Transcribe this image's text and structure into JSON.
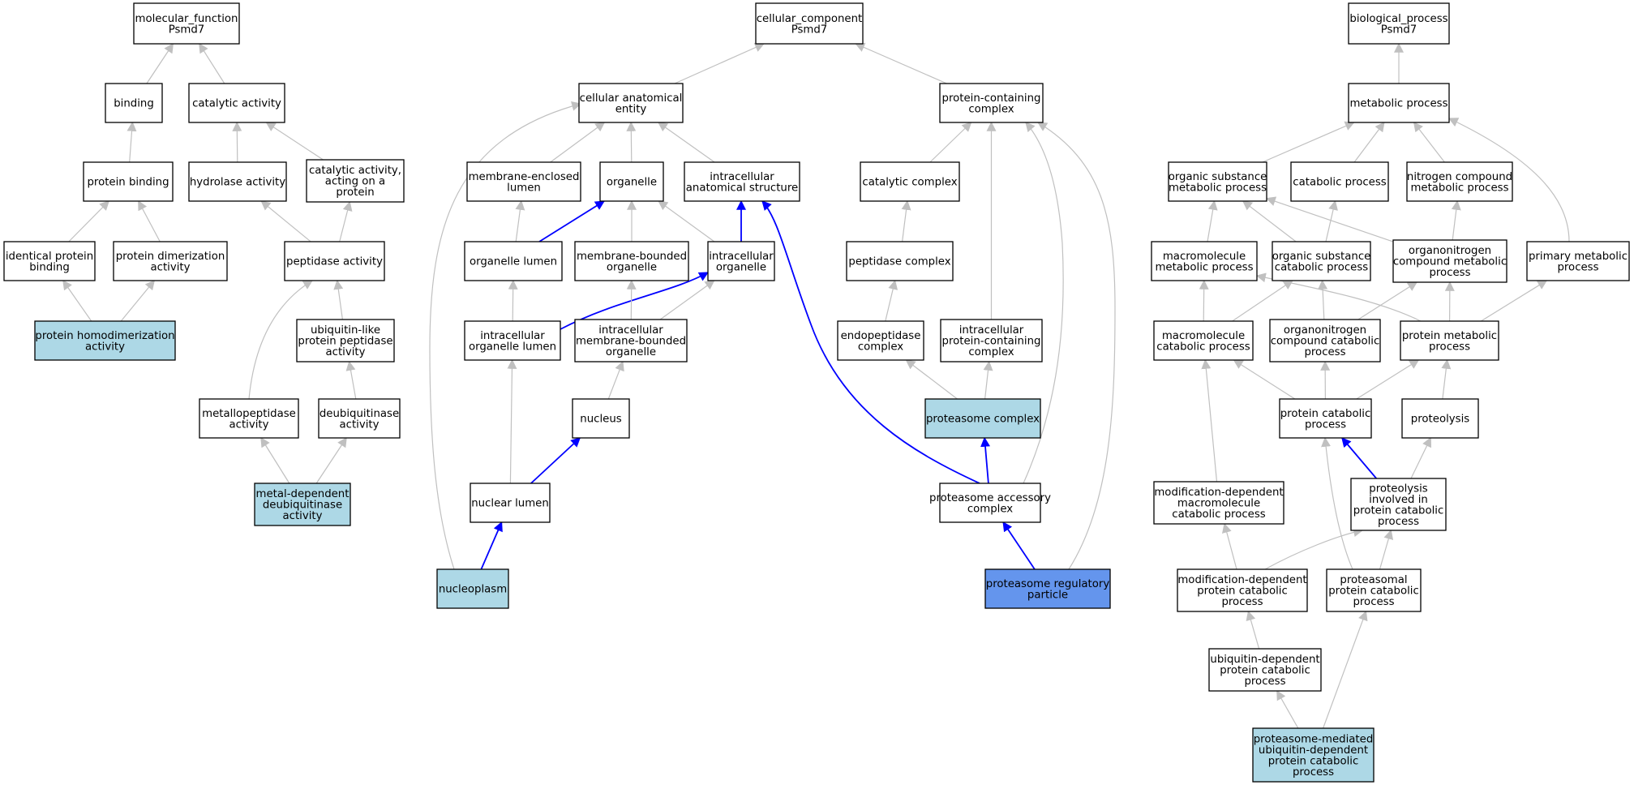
{
  "colors": {
    "node_fill": "#ffffff",
    "node_highlight": "#add8e6",
    "node_query": "#6495ed",
    "edge_default": "#c0c0c0",
    "edge_highlight": "#0000ff",
    "border": "#000000"
  },
  "nodes": [
    {
      "id": "mf",
      "label": [
        "molecular_function",
        "Psmd7"
      ],
      "style": "plain"
    },
    {
      "id": "binding",
      "label": [
        "binding"
      ],
      "style": "plain"
    },
    {
      "id": "catact",
      "label": [
        "catalytic activity"
      ],
      "style": "plain"
    },
    {
      "id": "protbind",
      "label": [
        "protein binding"
      ],
      "style": "plain"
    },
    {
      "id": "hydro",
      "label": [
        "hydrolase activity"
      ],
      "style": "plain"
    },
    {
      "id": "catprot",
      "label": [
        "catalytic activity,",
        "acting on a",
        "protein"
      ],
      "style": "plain"
    },
    {
      "id": "identbind",
      "label": [
        "identical protein",
        "binding"
      ],
      "style": "plain"
    },
    {
      "id": "dimer",
      "label": [
        "protein dimerization",
        "activity"
      ],
      "style": "plain"
    },
    {
      "id": "pept",
      "label": [
        "peptidase activity"
      ],
      "style": "plain"
    },
    {
      "id": "homodimer",
      "label": [
        "protein homodimerization",
        "activity"
      ],
      "style": "highlight"
    },
    {
      "id": "ubqlike",
      "label": [
        "ubiquitin-like",
        "protein peptidase",
        "activity"
      ],
      "style": "plain"
    },
    {
      "id": "metallo",
      "label": [
        "metallopeptidase",
        "activity"
      ],
      "style": "plain"
    },
    {
      "id": "deubq",
      "label": [
        "deubiquitinase",
        "activity"
      ],
      "style": "plain"
    },
    {
      "id": "metaldeubq",
      "label": [
        "metal-dependent",
        "deubiquitinase",
        "activity"
      ],
      "style": "highlight"
    },
    {
      "id": "cc",
      "label": [
        "cellular_component",
        "Psmd7"
      ],
      "style": "plain"
    },
    {
      "id": "cae",
      "label": [
        "cellular anatomical",
        "entity"
      ],
      "style": "plain"
    },
    {
      "id": "pcc",
      "label": [
        "protein-containing",
        "complex"
      ],
      "style": "plain"
    },
    {
      "id": "melumen",
      "label": [
        "membrane-enclosed",
        "lumen"
      ],
      "style": "plain"
    },
    {
      "id": "organelle",
      "label": [
        "organelle"
      ],
      "style": "plain"
    },
    {
      "id": "ias",
      "label": [
        "intracellular",
        "anatomical structure"
      ],
      "style": "plain"
    },
    {
      "id": "catcomplex",
      "label": [
        "catalytic complex"
      ],
      "style": "plain"
    },
    {
      "id": "orglumen",
      "label": [
        "organelle lumen"
      ],
      "style": "plain"
    },
    {
      "id": "mbo",
      "label": [
        "membrane-bounded",
        "organelle"
      ],
      "style": "plain"
    },
    {
      "id": "io",
      "label": [
        "intracellular",
        "organelle"
      ],
      "style": "plain"
    },
    {
      "id": "peptcomplex",
      "label": [
        "peptidase complex"
      ],
      "style": "plain"
    },
    {
      "id": "iol",
      "label": [
        "intracellular",
        "organelle lumen"
      ],
      "style": "plain"
    },
    {
      "id": "imbo",
      "label": [
        "intracellular",
        "membrane-bounded",
        "organelle"
      ],
      "style": "plain"
    },
    {
      "id": "endopept",
      "label": [
        "endopeptidase",
        "complex"
      ],
      "style": "plain"
    },
    {
      "id": "ipcc",
      "label": [
        "intracellular",
        "protein-containing",
        "complex"
      ],
      "style": "plain"
    },
    {
      "id": "nucleus",
      "label": [
        "nucleus"
      ],
      "style": "plain"
    },
    {
      "id": "proteasome",
      "label": [
        "proteasome complex"
      ],
      "style": "highlight"
    },
    {
      "id": "nuclumen",
      "label": [
        "nuclear lumen"
      ],
      "style": "plain"
    },
    {
      "id": "pac",
      "label": [
        "proteasome accessory",
        "complex"
      ],
      "style": "plain"
    },
    {
      "id": "nucleoplasm",
      "label": [
        "nucleoplasm"
      ],
      "style": "highlight"
    },
    {
      "id": "prp",
      "label": [
        "proteasome regulatory",
        "particle"
      ],
      "style": "query"
    },
    {
      "id": "bp",
      "label": [
        "biological_process",
        "Psmd7"
      ],
      "style": "plain"
    },
    {
      "id": "metab",
      "label": [
        "metabolic process"
      ],
      "style": "plain"
    },
    {
      "id": "osmp",
      "label": [
        "organic substance",
        "metabolic process"
      ],
      "style": "plain"
    },
    {
      "id": "catab",
      "label": [
        "catabolic process"
      ],
      "style": "plain"
    },
    {
      "id": "ncmp",
      "label": [
        "nitrogen compound",
        "metabolic process"
      ],
      "style": "plain"
    },
    {
      "id": "mmp",
      "label": [
        "macromolecule",
        "metabolic process"
      ],
      "style": "plain"
    },
    {
      "id": "oscp",
      "label": [
        "organic substance",
        "catabolic process"
      ],
      "style": "plain"
    },
    {
      "id": "ocmp",
      "label": [
        "organonitrogen",
        "compound metabolic",
        "process"
      ],
      "style": "plain"
    },
    {
      "id": "pmp",
      "label": [
        "primary metabolic",
        "process"
      ],
      "style": "plain"
    },
    {
      "id": "mcp",
      "label": [
        "macromolecule",
        "catabolic process"
      ],
      "style": "plain"
    },
    {
      "id": "occp",
      "label": [
        "organonitrogen",
        "compound catabolic",
        "process"
      ],
      "style": "plain"
    },
    {
      "id": "protmp",
      "label": [
        "protein metabolic",
        "process"
      ],
      "style": "plain"
    },
    {
      "id": "pcp",
      "label": [
        "protein catabolic",
        "process"
      ],
      "style": "plain"
    },
    {
      "id": "proteolysis",
      "label": [
        "proteolysis"
      ],
      "style": "plain"
    },
    {
      "id": "mdmcp",
      "label": [
        "modification-dependent",
        "macromolecule",
        "catabolic process"
      ],
      "style": "plain"
    },
    {
      "id": "pipcp",
      "label": [
        "proteolysis",
        "involved in",
        "protein catabolic",
        "process"
      ],
      "style": "plain"
    },
    {
      "id": "mdpcp",
      "label": [
        "modification-dependent",
        "protein catabolic",
        "process"
      ],
      "style": "plain"
    },
    {
      "id": "ppcp",
      "label": [
        "proteasomal",
        "protein catabolic",
        "process"
      ],
      "style": "plain"
    },
    {
      "id": "udpcp",
      "label": [
        "ubiquitin-dependent",
        "protein catabolic",
        "process"
      ],
      "style": "plain"
    },
    {
      "id": "pmudpcp",
      "label": [
        "proteasome-mediated",
        "ubiquitin-dependent",
        "protein catabolic",
        "process"
      ],
      "style": "highlight"
    }
  ],
  "edges": [
    {
      "from": "binding",
      "to": "mf"
    },
    {
      "from": "catact",
      "to": "mf"
    },
    {
      "from": "protbind",
      "to": "binding"
    },
    {
      "from": "hydro",
      "to": "catact"
    },
    {
      "from": "catprot",
      "to": "catact"
    },
    {
      "from": "identbind",
      "to": "protbind"
    },
    {
      "from": "dimer",
      "to": "protbind"
    },
    {
      "from": "pept",
      "to": "hydro"
    },
    {
      "from": "pept",
      "to": "catprot"
    },
    {
      "from": "homodimer",
      "to": "identbind"
    },
    {
      "from": "homodimer",
      "to": "dimer"
    },
    {
      "from": "ubqlike",
      "to": "pept"
    },
    {
      "from": "metallo",
      "to": "pept"
    },
    {
      "from": "deubq",
      "to": "ubqlike"
    },
    {
      "from": "metaldeubq",
      "to": "metallo"
    },
    {
      "from": "metaldeubq",
      "to": "deubq"
    },
    {
      "from": "cae",
      "to": "cc"
    },
    {
      "from": "pcc",
      "to": "cc"
    },
    {
      "from": "melumen",
      "to": "cae"
    },
    {
      "from": "organelle",
      "to": "cae"
    },
    {
      "from": "ias",
      "to": "cae"
    },
    {
      "from": "catcomplex",
      "to": "pcc"
    },
    {
      "from": "orglumen",
      "to": "melumen"
    },
    {
      "from": "orglumen",
      "to": "organelle",
      "highlight": true
    },
    {
      "from": "mbo",
      "to": "organelle"
    },
    {
      "from": "io",
      "to": "organelle"
    },
    {
      "from": "io",
      "to": "ias",
      "highlight": true
    },
    {
      "from": "peptcomplex",
      "to": "catcomplex"
    },
    {
      "from": "iol",
      "to": "orglumen"
    },
    {
      "from": "iol",
      "to": "io",
      "highlight": true
    },
    {
      "from": "imbo",
      "to": "mbo"
    },
    {
      "from": "imbo",
      "to": "io"
    },
    {
      "from": "endopept",
      "to": "peptcomplex"
    },
    {
      "from": "ipcc",
      "to": "pcc"
    },
    {
      "from": "nucleus",
      "to": "imbo"
    },
    {
      "from": "proteasome",
      "to": "endopept"
    },
    {
      "from": "proteasome",
      "to": "ipcc"
    },
    {
      "from": "nuclumen",
      "to": "iol"
    },
    {
      "from": "nuclumen",
      "to": "nucleus",
      "highlight": true
    },
    {
      "from": "pac",
      "to": "proteasome",
      "highlight": true
    },
    {
      "from": "pac",
      "to": "ias",
      "highlight": true
    },
    {
      "from": "pac",
      "to": "pcc"
    },
    {
      "from": "nucleoplasm",
      "to": "nuclumen",
      "highlight": true
    },
    {
      "from": "nucleoplasm",
      "to": "cae"
    },
    {
      "from": "prp",
      "to": "pac",
      "highlight": true
    },
    {
      "from": "prp",
      "to": "pcc"
    },
    {
      "from": "metab",
      "to": "bp"
    },
    {
      "from": "osmp",
      "to": "metab"
    },
    {
      "from": "catab",
      "to": "metab"
    },
    {
      "from": "ncmp",
      "to": "metab"
    },
    {
      "from": "pmp",
      "to": "metab"
    },
    {
      "from": "mmp",
      "to": "osmp"
    },
    {
      "from": "oscp",
      "to": "osmp"
    },
    {
      "from": "oscp",
      "to": "catab"
    },
    {
      "from": "ocmp",
      "to": "osmp"
    },
    {
      "from": "ocmp",
      "to": "ncmp"
    },
    {
      "from": "mcp",
      "to": "mmp"
    },
    {
      "from": "mcp",
      "to": "oscp"
    },
    {
      "from": "occp",
      "to": "oscp"
    },
    {
      "from": "occp",
      "to": "ocmp"
    },
    {
      "from": "protmp",
      "to": "mmp"
    },
    {
      "from": "protmp",
      "to": "ocmp"
    },
    {
      "from": "protmp",
      "to": "pmp"
    },
    {
      "from": "pcp",
      "to": "mcp"
    },
    {
      "from": "pcp",
      "to": "occp"
    },
    {
      "from": "pcp",
      "to": "protmp"
    },
    {
      "from": "proteolysis",
      "to": "protmp"
    },
    {
      "from": "mdmcp",
      "to": "mcp"
    },
    {
      "from": "pipcp",
      "to": "pcp",
      "highlight": true
    },
    {
      "from": "pipcp",
      "to": "proteolysis"
    },
    {
      "from": "mdpcp",
      "to": "mdmcp"
    },
    {
      "from": "mdpcp",
      "to": "pipcp"
    },
    {
      "from": "ppcp",
      "to": "pipcp"
    },
    {
      "from": "ppcp",
      "to": "pcp"
    },
    {
      "from": "udpcp",
      "to": "mdpcp"
    },
    {
      "from": "pmudpcp",
      "to": "udpcp"
    },
    {
      "from": "pmudpcp",
      "to": "ppcp"
    }
  ]
}
